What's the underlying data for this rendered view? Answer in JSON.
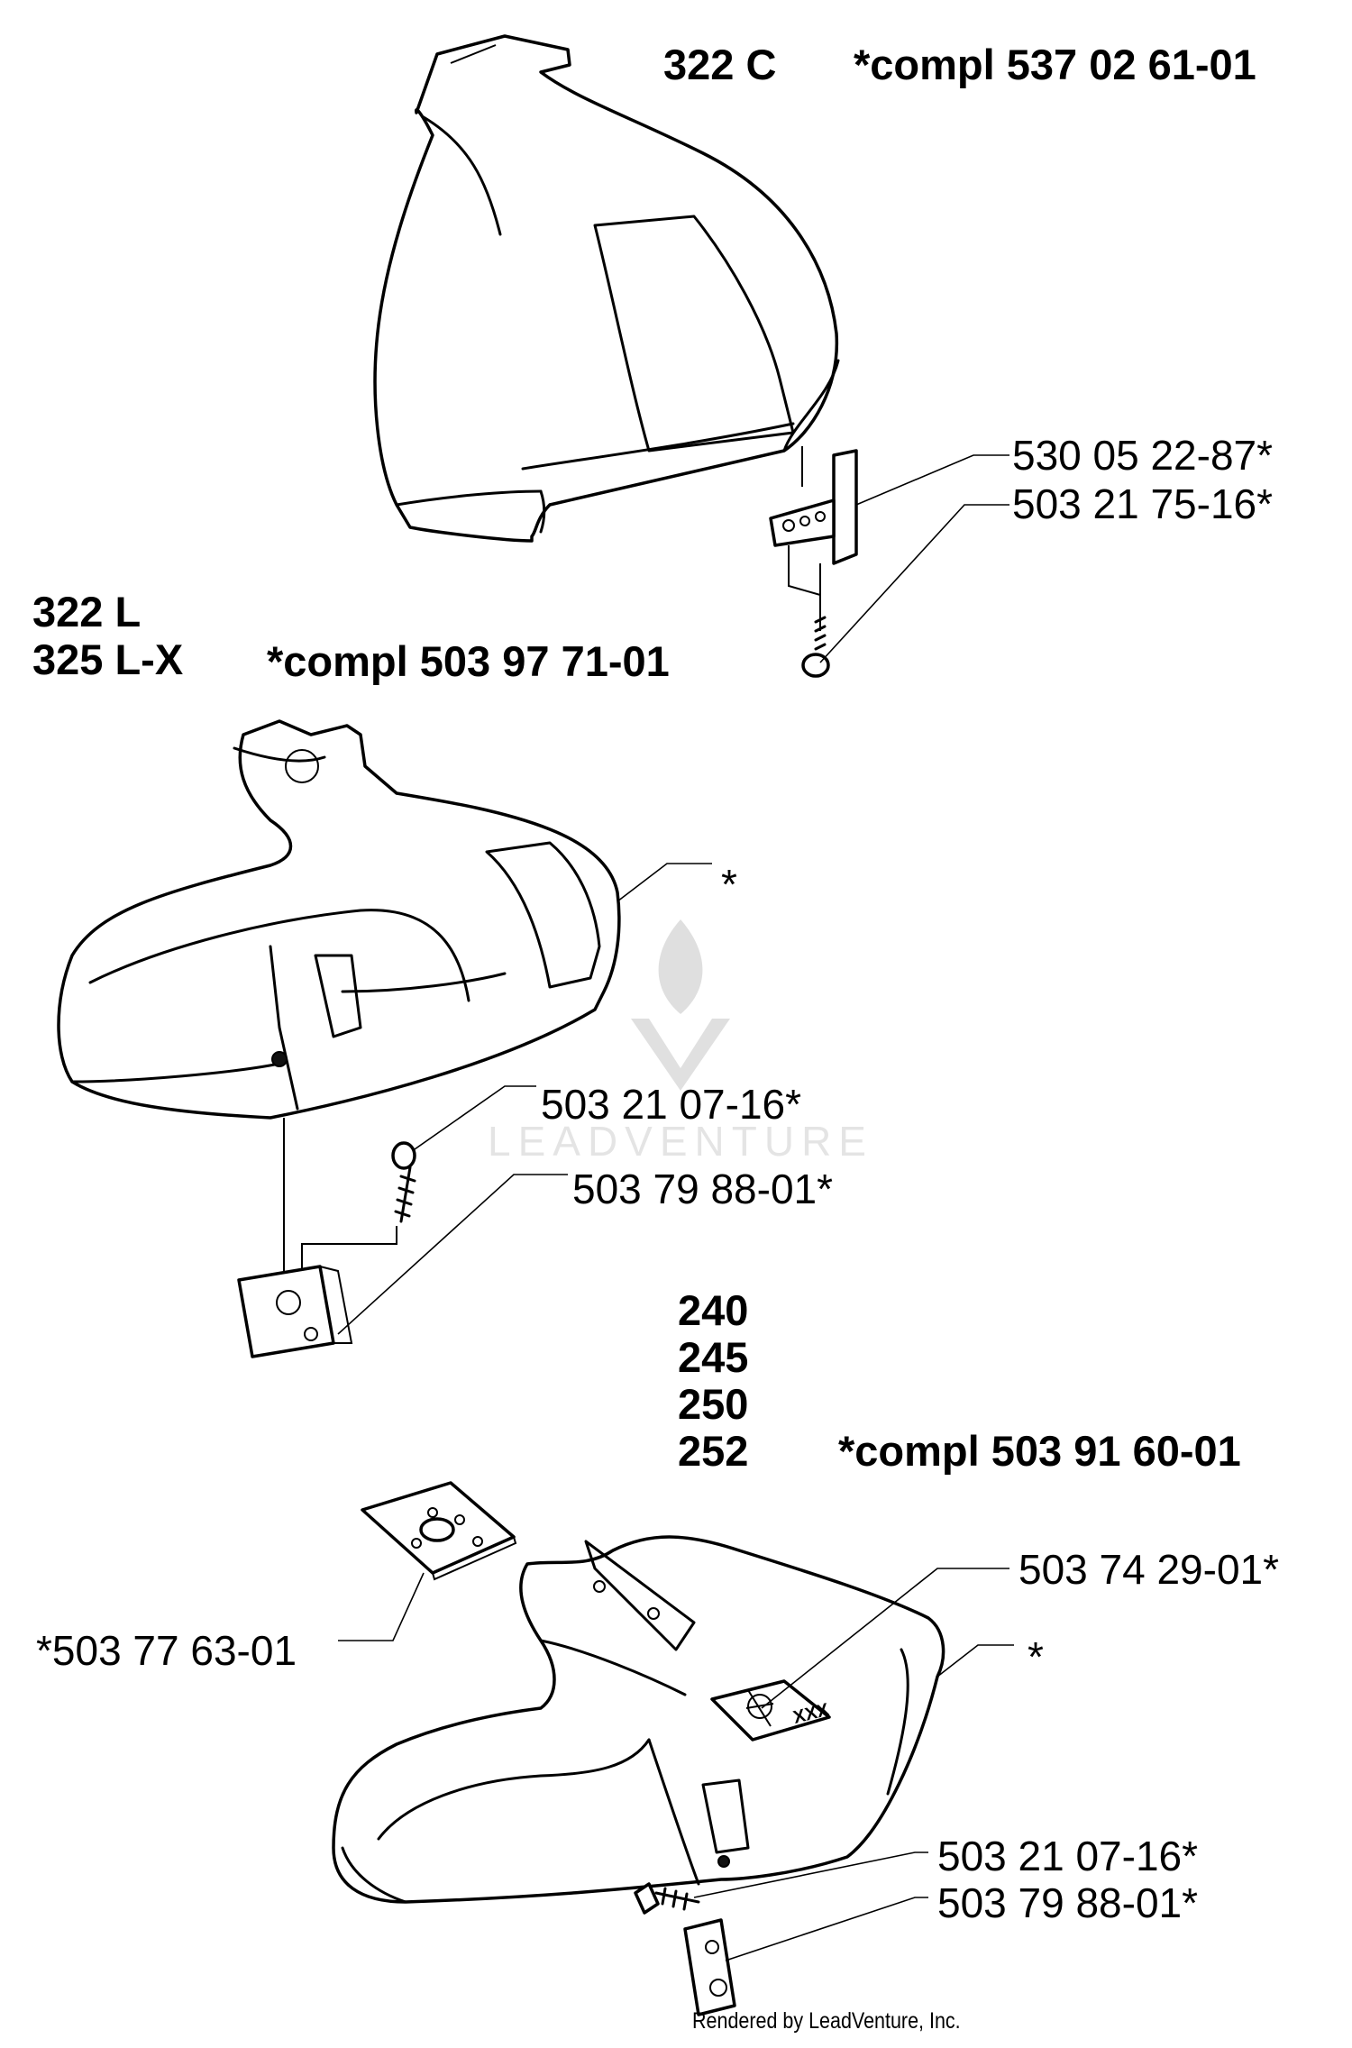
{
  "section1": {
    "model": "322 C",
    "compl": "*compl 537 02 61-01",
    "parts": [
      "530 05 22-87*",
      "503 21 75-16*"
    ]
  },
  "section2": {
    "models": [
      "322 L",
      "325 L-X"
    ],
    "compl": "*compl 503 97 71-01",
    "guard_label": "*",
    "parts": [
      "503 21 07-16*",
      "503 79 88-01*"
    ]
  },
  "section3": {
    "models": [
      "240",
      "245",
      "250",
      "252"
    ],
    "compl": "*compl 503 91 60-01",
    "plate_part": "*503 77 63-01",
    "decal_part": "503 74 29-01*",
    "guard_label": "*",
    "parts": [
      "503 21 07-16*",
      "503 79 88-01*"
    ],
    "decal_text": "XXX"
  },
  "watermark": "LEADVENTURE",
  "footer": "Rendered by LeadVenture, Inc."
}
